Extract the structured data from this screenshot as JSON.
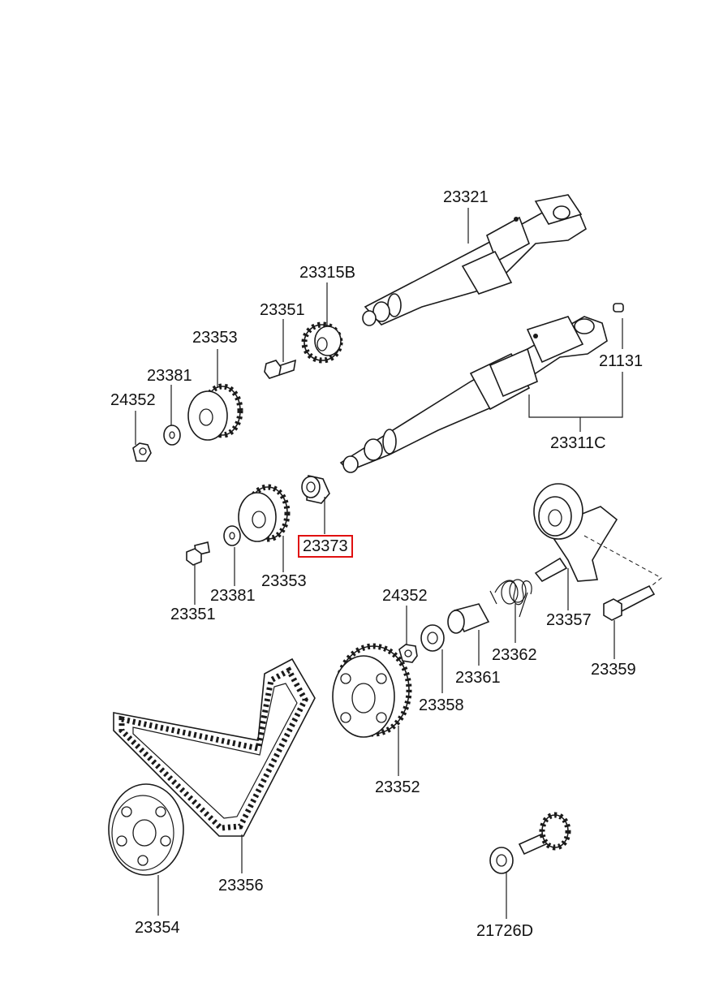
{
  "highlighted_part": "23373",
  "labels": {
    "p23321": "23321",
    "p23315b": "23315B",
    "p23351_top": "23351",
    "p23353_top": "23353",
    "p23381_top": "23381",
    "p24352_top": "24352",
    "p21131": "21131",
    "p23311c": "23311C",
    "p23373": "23373",
    "p23353_mid": "23353",
    "p23381_mid": "23381",
    "p23351_mid": "23351",
    "p24352_mid": "24352",
    "p23357": "23357",
    "p23362": "23362",
    "p23361": "23361",
    "p23359": "23359",
    "p23358": "23358",
    "p23352": "23352",
    "p23356": "23356",
    "p23354": "23354",
    "p21726d": "21726D"
  }
}
